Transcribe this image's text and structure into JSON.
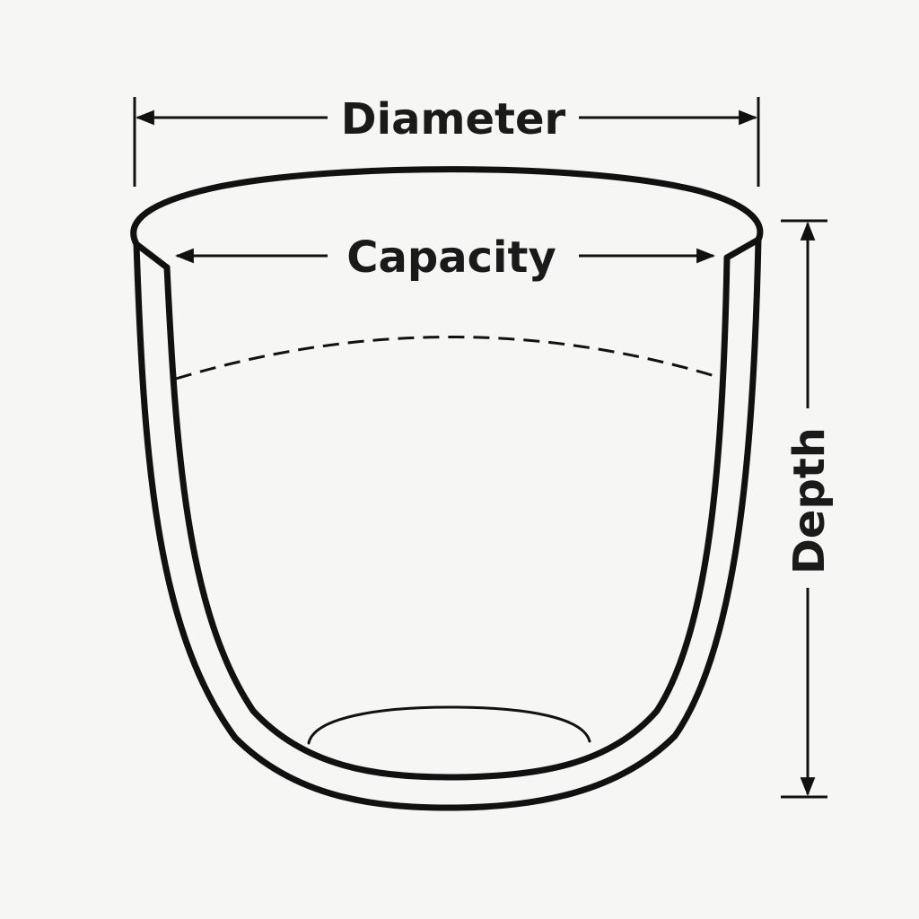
{
  "labels": {
    "diameter": "Diameter",
    "capacity": "Capacity",
    "depth": "Depth"
  },
  "colors": {
    "stroke": "#111111",
    "background": "#f6f6f5"
  }
}
